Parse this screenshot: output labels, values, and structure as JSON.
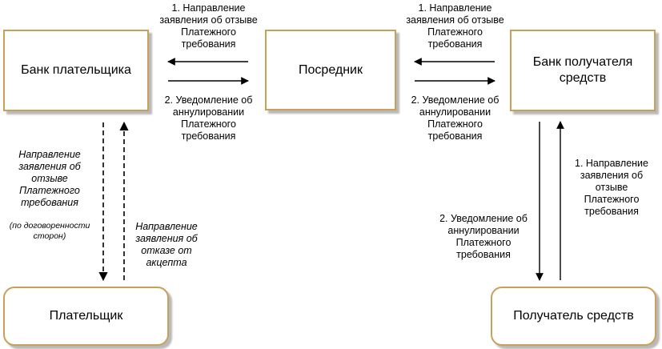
{
  "nodes": {
    "payer_bank": "Банк плательщика",
    "intermediary": "Посредник",
    "recipient_bank": "Банк получателя\nсредств",
    "payer": "Плательщик",
    "recipient": "Получатель средств"
  },
  "labels": {
    "withdraw_top_left": "1. Направление\nзаявления об отзыве\nПлатежного\nтребования",
    "cancel_bottom_left": "2. Уведомление об\nаннулировании\nПлатежного\nтребования",
    "withdraw_top_right": "1. Направление\nзаявления об отзыве\nПлатежного\nтребования",
    "cancel_bottom_right": "2. Уведомление об\nаннулировании\nПлатежного\nтребования",
    "payer_withdraw_main": "Направление\nзаявления об\nотзыве\nПлатежного\nтребования",
    "payer_withdraw_note": "(по договоренности\nсторон)",
    "refusal_accept": "Направление\nзаявления об\nотказе от\nакцепта",
    "recipient_cancel": "2. Уведомление об\nаннулировании\nПлатежного\nтребования",
    "recipient_withdraw": "1. Направление\nзаявления об\nотзыве\nПлатежного\nтребования"
  },
  "colors": {
    "box_border": "#c8a05a",
    "shadow": "#b9b9b9",
    "arrow": "#000000"
  }
}
